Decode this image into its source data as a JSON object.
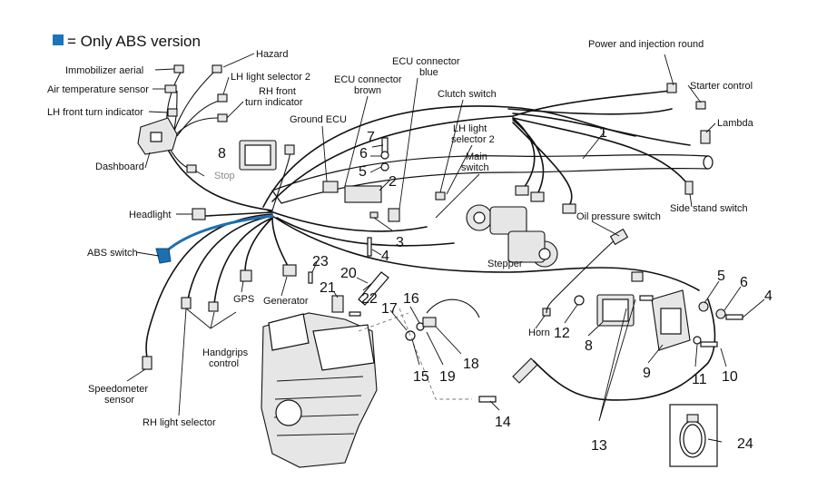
{
  "legend": {
    "swatch_color": "#1d74bb",
    "text": "= Only ABS version"
  },
  "labels": {
    "hazard": "Hazard",
    "immobilizer_aerial": "Immobilizer aerial",
    "lh_light_selector_2_top": "LH light selector 2",
    "air_temperature_sensor": "Air temperature sensor",
    "rh_front_turn_indicator_1": "RH front",
    "rh_front_turn_indicator_2": "turn indicator",
    "lh_front_turn_indicator": "LH front turn indicator",
    "ecu_connector_brown_1": "ECU connector",
    "ecu_connector_brown_2": "brown",
    "ecu_connector_blue_1": "ECU connector",
    "ecu_connector_blue_2": "blue",
    "clutch_switch": "Clutch switch",
    "power_and_injection_round": "Power and injection round",
    "starter_control": "Starter control",
    "lambda": "Lambda",
    "ground_ecu": "Ground ECU",
    "lh_light_selector_2_mid_1": "LH light",
    "lh_light_selector_2_mid_2": "selector 2",
    "main_switch_1": "Main",
    "main_switch_2": "switch",
    "dashboard": "Dashboard",
    "stop": "Stop",
    "side_stand_switch": "Side stand switch",
    "headlight": "Headlight",
    "oil_pressure_switch": "Oil pressure switch",
    "abs_switch": "ABS switch",
    "stepper": "Stepper",
    "gps": "GPS",
    "generator": "Generator",
    "horn": "Horn",
    "handgrips_control_1": "Handgrips",
    "handgrips_control_2": "control",
    "speedometer_sensor_1": "Speedometer",
    "speedometer_sensor_2": "sensor",
    "rh_light_selector": "RH light selector"
  },
  "callouts": {
    "n1": "1",
    "n2": "2",
    "n3": "3",
    "n4a": "4",
    "n4b": "4",
    "n5a": "5",
    "n5b": "5",
    "n6a": "6",
    "n6b": "6",
    "n7": "7",
    "n8a": "8",
    "n8b": "8",
    "n9": "9",
    "n10": "10",
    "n11": "11",
    "n12": "12",
    "n13": "13",
    "n14": "14",
    "n15": "15",
    "n16": "16",
    "n17": "17",
    "n18": "18",
    "n19": "19",
    "n20": "20",
    "n21": "21",
    "n22": "22",
    "n23": "23",
    "n24": "24"
  }
}
